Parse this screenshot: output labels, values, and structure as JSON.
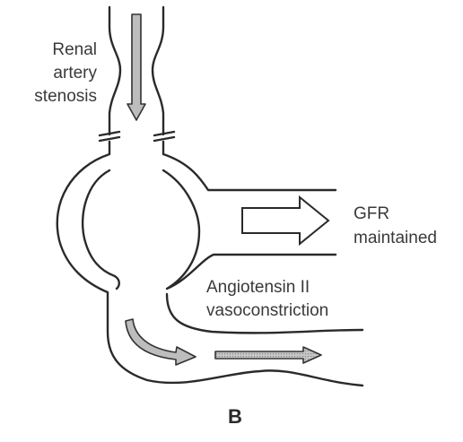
{
  "labels": {
    "stenosis_line1": "Renal",
    "stenosis_line2": "artery",
    "stenosis_line3": "stenosis",
    "gfr_line1": "GFR",
    "gfr_line2": "maintained",
    "angio_line1": "Angiotensin II",
    "angio_line2": "vasoconstriction",
    "panel": "B"
  }
}
